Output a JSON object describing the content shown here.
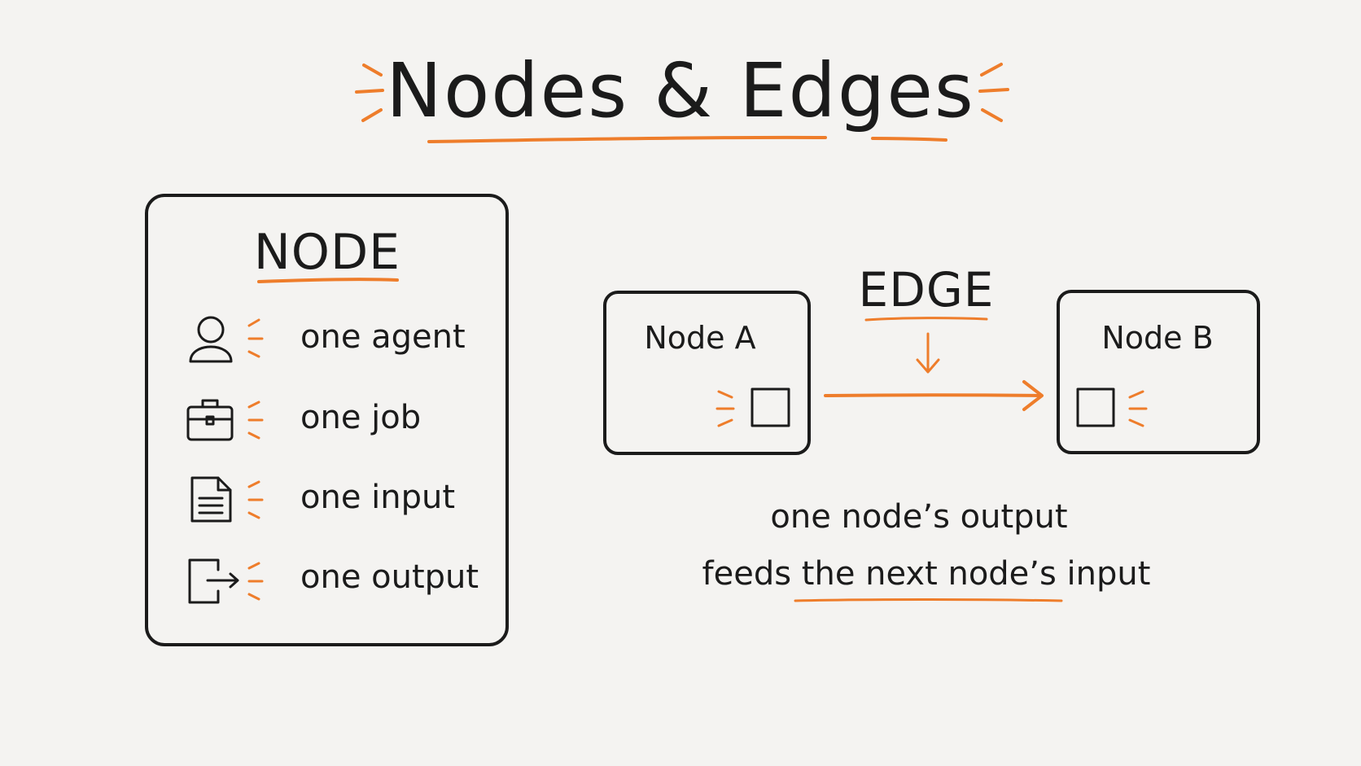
{
  "title": "Nodes & Edges",
  "colors": {
    "ink": "#1b1b1b",
    "accent": "#ee7d2b",
    "background": "#f4f3f1"
  },
  "node_card": {
    "heading": "NODE",
    "items": [
      {
        "icon": "person-icon",
        "label": "one agent"
      },
      {
        "icon": "briefcase-icon",
        "label": "one job"
      },
      {
        "icon": "document-icon",
        "label": "one input"
      },
      {
        "icon": "exit-arrow-icon",
        "label": "one output"
      }
    ]
  },
  "edge_diagram": {
    "edge_label": "EDGE",
    "node_a_label": "Node A",
    "node_b_label": "Node B",
    "caption_line1": "one node’s output",
    "caption_line2": "feeds the next node’s input"
  }
}
